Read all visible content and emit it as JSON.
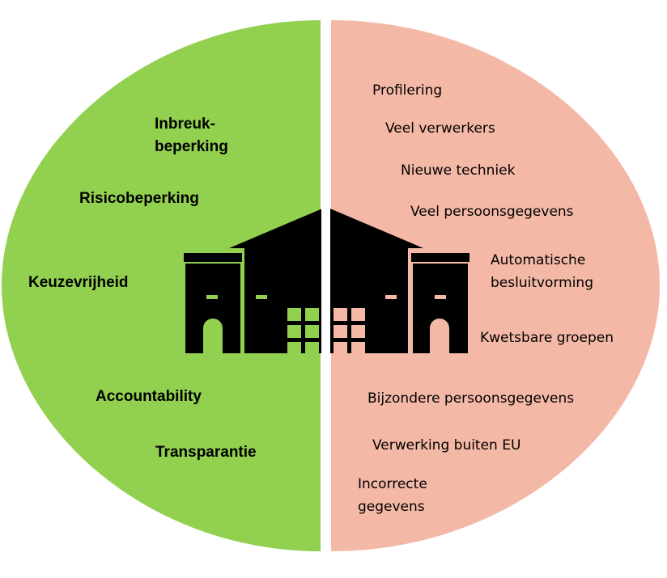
{
  "colors": {
    "left_half": "#92d050",
    "right_half": "#f4b8a6",
    "divider": "#ffffff",
    "building": "#000000"
  },
  "left_labels": [
    "Inbreuk-\nbeperking",
    "Risicobeperking",
    "Keuzevrijheid",
    "Accountability",
    "Transparantie"
  ],
  "right_labels": [
    "Profilering",
    "Veel verwerkers",
    "Nieuwe techniek",
    "Veel persoonsgegevens",
    "Automatische\nbesluitvorming",
    "Kwetsbare groepen",
    "Bijzondere persoonsgegevens",
    "Verwerking buiten EU",
    "Incorrecte\ngegevens"
  ],
  "center_icon": "building-icon"
}
